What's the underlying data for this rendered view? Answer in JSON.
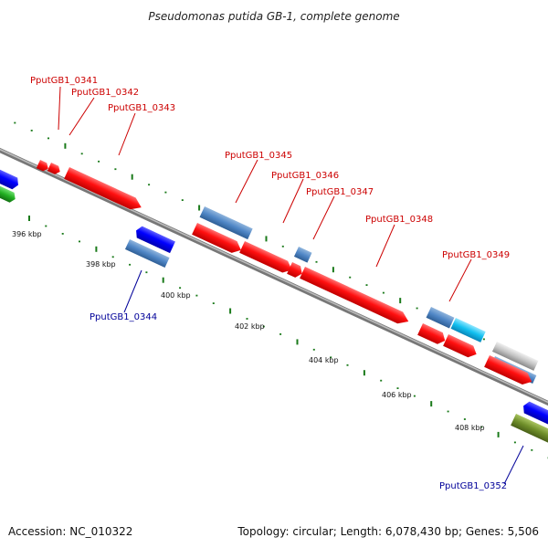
{
  "title": "Pseudomonas putida GB-1, complete genome",
  "footer": {
    "accession": "Accession: NC_010322",
    "topology": "Topology: circular; Length: 6,078,430 bp; Genes: 5,506"
  },
  "colors": {
    "forward_cds": "#ff0000",
    "reverse_cds": "#0000ff",
    "gene_box": "#4f86c6",
    "backbone": "#888888",
    "tick": "#1a7a1a",
    "top_label": "#cc0000",
    "bottom_label": "#000099"
  },
  "scale": {
    "ticks": [
      "396 kbp",
      "398 kbp",
      "400 kbp",
      "402 kbp",
      "404 kbp",
      "406 kbp",
      "408 kbp"
    ]
  },
  "top_labels": [
    "PputGB1_0341",
    "PputGB1_0342",
    "PputGB1_0343",
    "PputGB1_0345",
    "PputGB1_0346",
    "PputGB1_0347",
    "PputGB1_0348",
    "PputGB1_0349"
  ],
  "bottom_labels": [
    "PputGB1_0344",
    "PputGB1_0352"
  ]
}
